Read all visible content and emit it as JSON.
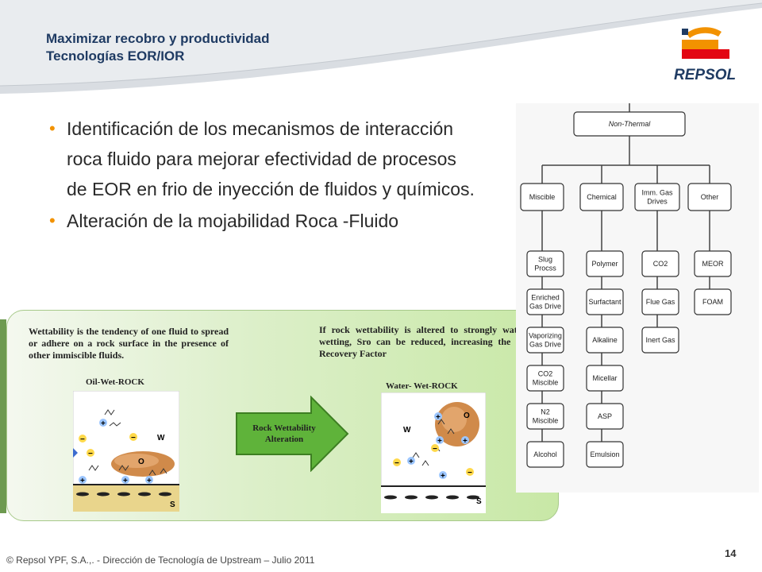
{
  "header": {
    "title_line1": "Maximizar recobro y productividad",
    "title_line2": "Tecnologías  EOR/IOR",
    "logo_text": "REPSOL",
    "colors": {
      "title": "#1f3b63",
      "logo_orange": "#f29200",
      "logo_red": "#e30613",
      "logo_navy": "#1f3b63"
    }
  },
  "bullets": [
    "Identificación de los mecanismos de interacción roca fluido para mejorar efectividad de procesos de EOR en frio de inyección de fluidos y químicos.",
    "Alteración de la mojabilidad Roca -Fluido"
  ],
  "bullet_marker": "•",
  "panel": {
    "left_text": "Wettability is the tendency of one fluid to spread or adhere on a rock surface in the presence of other immiscible fluids.",
    "right_text": "If rock wettability is altered to strongly water-wetting, Sro can be reduced, increasing the Oil Recovery Factor",
    "oil_label": "Oil-Wet-ROCK",
    "water_label": "Water- Wet-ROCK",
    "arrow_label_1": "Rock Wettability",
    "arrow_label_2": "Alteration",
    "diagram_labels": {
      "w": "W",
      "o": "O",
      "s": "S",
      "plus": "+",
      "minus": "−"
    }
  },
  "tree": {
    "root": "Non-Thermal",
    "groups": [
      {
        "name_lines": [
          "Miscible"
        ],
        "children": [
          [
            "Slug",
            "Procss"
          ],
          [
            "Enriched",
            "Gas Drive"
          ],
          [
            "Vaporizing",
            "Gas Drive"
          ],
          [
            "CO2",
            "Miscible"
          ],
          [
            "N2",
            "Miscible"
          ],
          [
            "Alcohol"
          ]
        ]
      },
      {
        "name_lines": [
          "Chemical"
        ],
        "children": [
          [
            "Polymer"
          ],
          [
            "Surfactant"
          ],
          [
            "Alkaline"
          ],
          [
            "Micellar"
          ],
          [
            "ASP"
          ],
          [
            "Emulsion"
          ]
        ]
      },
      {
        "name_lines": [
          "Imm. Gas",
          "Drives"
        ],
        "children": [
          [
            "CO2"
          ],
          [
            "Flue Gas"
          ],
          [
            "Inert Gas"
          ]
        ]
      },
      {
        "name_lines": [
          "Other"
        ],
        "children": [
          [
            "MEOR"
          ],
          [
            "FOAM"
          ]
        ]
      }
    ]
  },
  "footer": {
    "text": "© Repsol YPF, S.A.,.  - Dirección de Tecnología de Upstream – Julio 2011",
    "page_number": "14"
  }
}
